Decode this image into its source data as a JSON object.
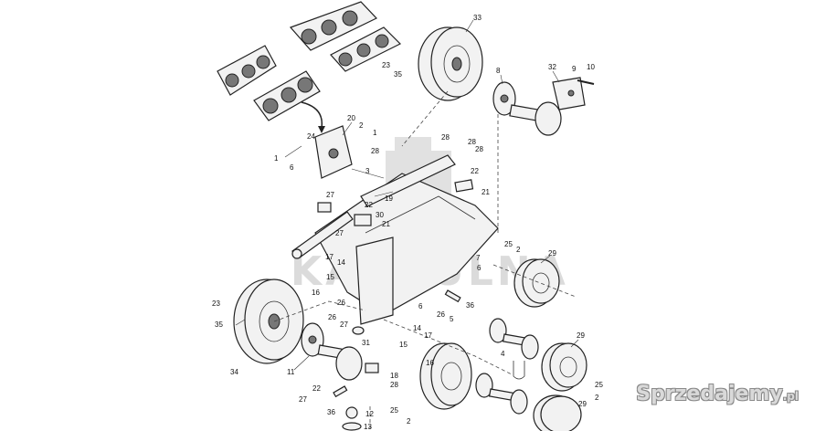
{
  "diagram": {
    "watermark_text": "KARGULNA",
    "part_numbers": {
      "p33": "33",
      "p8": "8",
      "p32": "32",
      "p9": "9",
      "p10": "10",
      "p23a": "23",
      "p35a": "35",
      "p20": "20",
      "p2a": "2",
      "p1a": "1",
      "p24": "24",
      "p1b": "1",
      "p6a": "6",
      "p28a": "28",
      "p28b": "28",
      "p28c": "28",
      "p28d": "28",
      "p22a": "22",
      "p3": "3",
      "p21a": "21",
      "p19": "19",
      "p27a": "27",
      "p22b": "22",
      "p30": "30",
      "p21b": "21",
      "p27b": "27",
      "p17a": "17",
      "p14a": "14",
      "p7": "7",
      "p6b": "6",
      "p25a": "25",
      "p2b": "2",
      "p29a": "29",
      "p15a": "15",
      "p16a": "16",
      "p26a": "26",
      "p36a": "36",
      "p6c": "6",
      "p26b": "26",
      "p5": "5",
      "p23b": "23",
      "p35b": "35",
      "p26c": "26",
      "p27c": "27",
      "p14b": "14",
      "p17b": "17",
      "p31": "31",
      "p15b": "15",
      "p16b": "16",
      "p4": "4",
      "p29b": "29",
      "p34": "34",
      "p11": "11",
      "p18": "18",
      "p28e": "28",
      "p22c": "22",
      "p27d": "27",
      "p36b": "36",
      "p12": "12",
      "p13": "13",
      "p25b": "25",
      "p2c": "2",
      "p29c": "29",
      "p25c": "25",
      "p2d": "2"
    }
  },
  "brand": {
    "name": "Sprzedajemy",
    "tld": ".pl"
  }
}
